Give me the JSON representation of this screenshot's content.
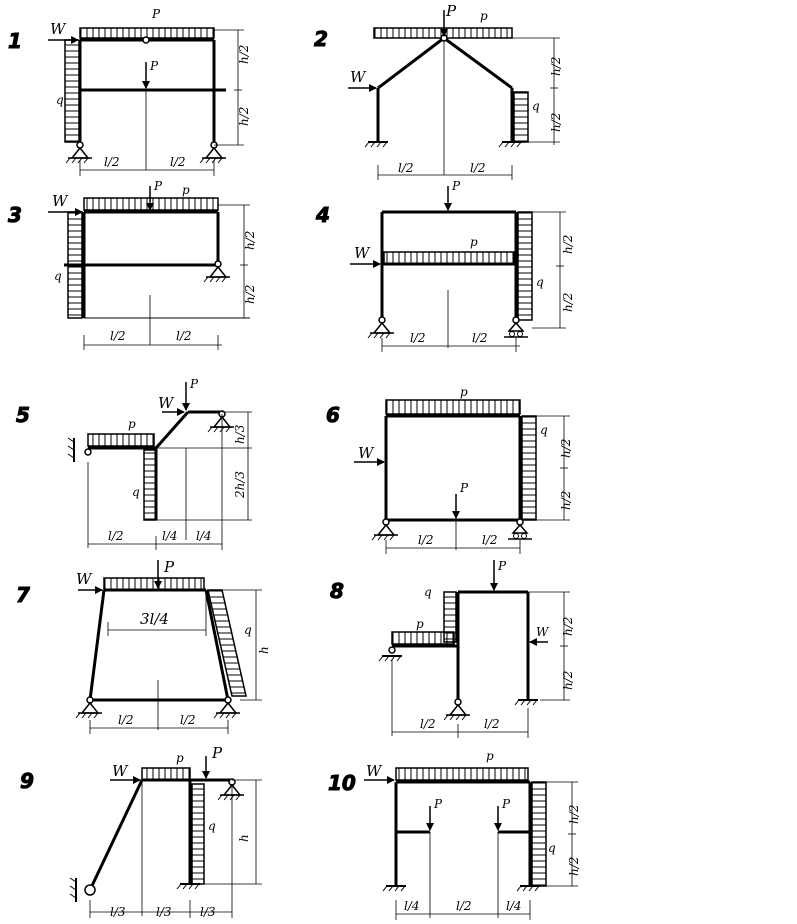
{
  "title": "",
  "diagrams": [
    {
      "id": "1",
      "number": "1",
      "labels": {
        "W": "W",
        "P_top": "P",
        "P_mid": "P",
        "q": "q",
        "h_top": "h/2",
        "h_bot": "h/2",
        "l_left": "l/2",
        "l_right": "l/2"
      }
    },
    {
      "id": "2",
      "number": "2",
      "labels": {
        "P": "P",
        "p": "p",
        "W": "W",
        "q": "q",
        "h_top": "h/2",
        "h_bot": "h/2",
        "l_left": "l/2",
        "l_right": "l/2"
      }
    },
    {
      "id": "3",
      "number": "3",
      "labels": {
        "W": "W",
        "P": "P",
        "p": "p",
        "q": "q",
        "h_top": "h/2",
        "h_bot": "h/2",
        "l_left": "l/2",
        "l_right": "l/2"
      }
    },
    {
      "id": "4",
      "number": "4",
      "labels": {
        "P": "P",
        "W": "W",
        "p": "p",
        "q": "q",
        "h_top": "h/2",
        "h_bot": "h/2",
        "l_left": "l/2",
        "l_right": "l/2"
      }
    },
    {
      "id": "5",
      "number": "5",
      "labels": {
        "P": "P",
        "W": "W",
        "p": "p",
        "q": "q",
        "h_top": "h/3",
        "h_bot": "2h/3",
        "l_1": "l/2",
        "l_2": "l/4",
        "l_3": "l/4"
      }
    },
    {
      "id": "6",
      "number": "6",
      "labels": {
        "p": "p",
        "W": "W",
        "P": "P",
        "q": "q",
        "h_top": "h/2",
        "h_bot": "h/2",
        "l_left": "l/2",
        "l_right": "l/2"
      }
    },
    {
      "id": "7",
      "number": "7",
      "labels": {
        "W": "W",
        "P": "P",
        "q": "q",
        "top_span": "3l/4",
        "h": "h",
        "l_left": "l/2",
        "l_right": "l/2"
      }
    },
    {
      "id": "8",
      "number": "8",
      "labels": {
        "q": "q",
        "P": "P",
        "p": "p",
        "W": "W",
        "h_top": "h/2",
        "h_bot": "h/2",
        "l_left": "l/2",
        "l_right": "l/2"
      }
    },
    {
      "id": "9",
      "number": "9",
      "labels": {
        "W": "W",
        "p": "p",
        "P": "P",
        "q": "q",
        "h": "h",
        "l_1": "l/3",
        "l_2": "l/3",
        "l_3": "l/3"
      }
    },
    {
      "id": "10",
      "number": "10",
      "labels": {
        "W": "W",
        "p": "p",
        "P_left": "P",
        "P_right": "P",
        "q": "q",
        "h_top": "h/2",
        "h_bot": "h/2",
        "l_1": "l/4",
        "l_2": "l/2",
        "l_3": "l/4"
      }
    }
  ]
}
